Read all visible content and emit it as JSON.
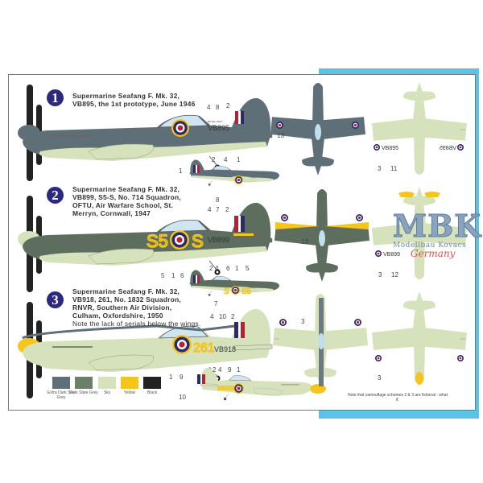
{
  "schemes": [
    {
      "number": "1",
      "lines": [
        "Supermarine Seafang F. Mk. 32,",
        "VB895, the 1st prototype, June 1946"
      ],
      "serial": "VB895",
      "code": "",
      "top_color": "#5f6f78",
      "bottom_color": "#d5e2bc",
      "callouts_side": [
        "4",
        "8",
        "2",
        "1"
      ],
      "callouts_small": [
        "2",
        "4",
        "1",
        "8"
      ],
      "callouts_top": [
        "13"
      ],
      "callouts_bottom": [
        "3",
        "11"
      ]
    },
    {
      "number": "2",
      "lines": [
        "Supermarine Seafang F. Mk. 32,",
        "VB899, S5-S, No. 714 Squadron,",
        "OFTU, Air Warfare School, St.",
        "Merryn, Cornwall, 1947"
      ],
      "serial": "VB899",
      "code_left": "S5",
      "code_right": "S",
      "top_color": "#5d6e5f",
      "bottom_color": "#d5e2bc",
      "callouts_side": [
        "4",
        "7",
        "2",
        "5",
        "1",
        "6"
      ],
      "callouts_small": [
        "2",
        "4",
        "6",
        "1",
        "5",
        "7"
      ],
      "callouts_top": [
        "13"
      ],
      "callouts_bottom": [
        "3",
        "12"
      ]
    },
    {
      "number": "3",
      "lines": [
        "Supermarine Seafang F. Mk. 32,",
        "VB918, 261, No. 1832 Squadron,",
        "RNVR, Southern Air Division,",
        "Culham, Oxfordshire, 1950"
      ],
      "note": "Note the lack of serials below the wings.",
      "serial": "VB918",
      "code": "261",
      "top_color": "#d5e2bc",
      "bottom_color": "#d5e2bc",
      "callouts_side": [
        "4",
        "10",
        "2",
        "1",
        "9"
      ],
      "callouts_small": [
        "2",
        "4",
        "9",
        "1",
        "10"
      ],
      "callouts_top": [
        "3"
      ],
      "callouts_bottom": [
        "3"
      ]
    }
  ],
  "fuselage_marking": "ROYAL NAVY",
  "palette": [
    {
      "name": "Extra Dark Sea Grey",
      "color": "#5f6f78"
    },
    {
      "name": "Dark Slate Grey",
      "color": "#6b7f6b"
    },
    {
      "name": "Sky",
      "color": "#d5e2bc"
    },
    {
      "name": "Yellow",
      "color": "#f6c51c"
    },
    {
      "name": "Black",
      "color": "#222222"
    }
  ],
  "footnote": "Note that camouflage schemes 2 & 3 are fictional - what if.",
  "logo": {
    "main": "MBK",
    "sub": "Modellbau Kovacs",
    "tag": "Germany"
  },
  "colors": {
    "accent_blue": "#5bc2e8",
    "badge": "#2b2a7c",
    "roundel_blue": "#2b2a6c",
    "roundel_red": "#b22234",
    "yellow": "#f6c51c"
  }
}
